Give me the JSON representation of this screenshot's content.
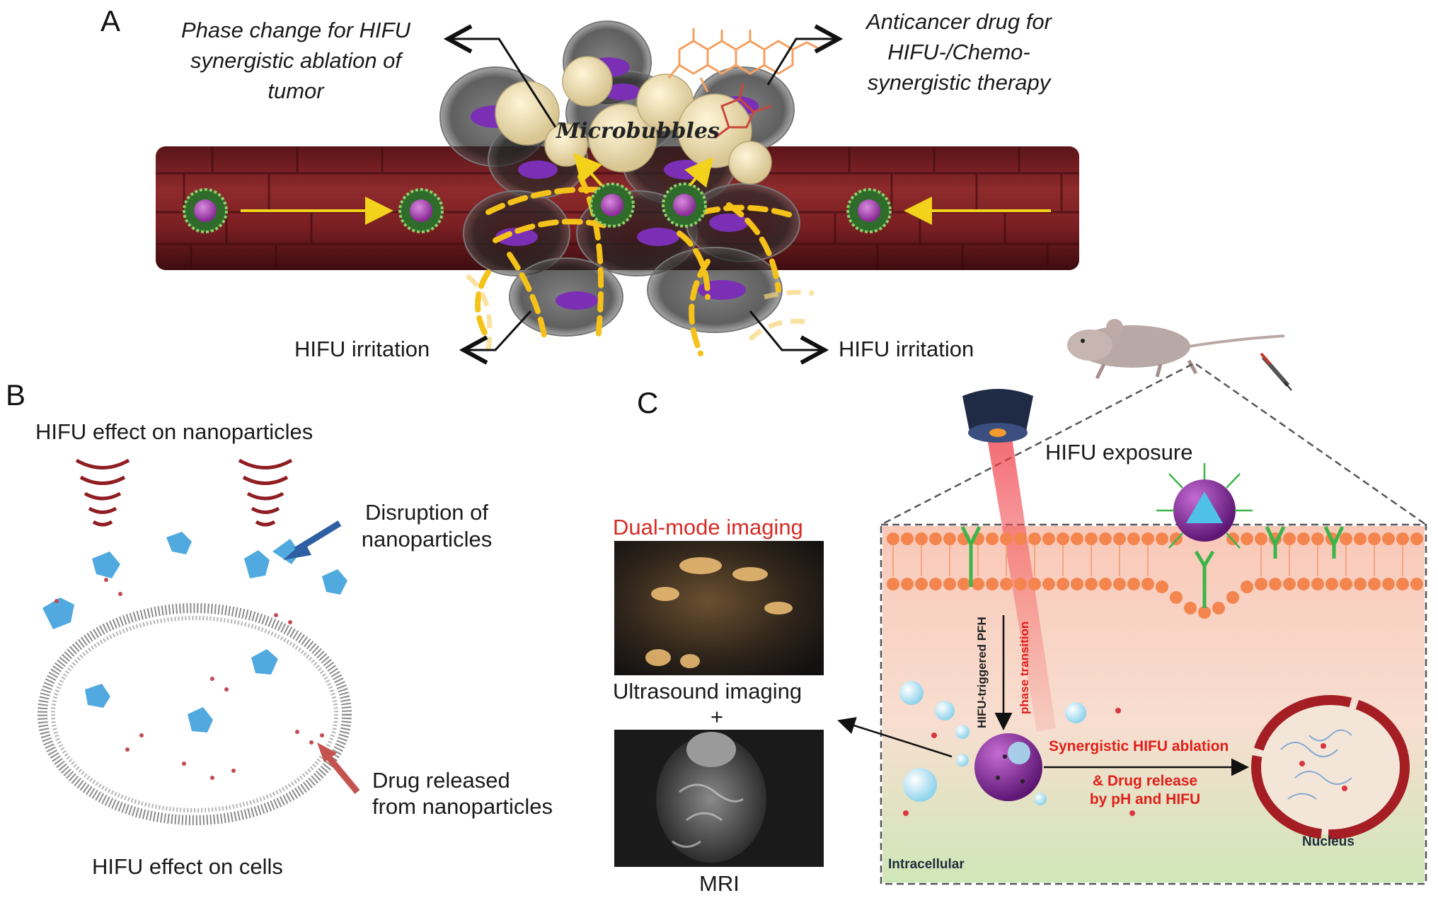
{
  "panels": {
    "a": {
      "letter": "A",
      "phase_change": [
        "Phase change for HIFU",
        "synergistic ablation of",
        "tumor"
      ],
      "anticancer": [
        "Anticancer drug for",
        "HIFU-/Chemo-",
        "synergistic therapy"
      ],
      "microbubbles": "Microbubbles",
      "irritation_left": "HIFU irritation",
      "irritation_right": "HIFU irritation"
    },
    "b": {
      "letter": "B",
      "title": "HIFU effect on nanoparticles",
      "disruption": [
        "Disruption of",
        "nanoparticles"
      ],
      "drug_released": [
        "Drug released",
        "from nanoparticles"
      ],
      "cells": "HIFU effect on cells"
    },
    "c": {
      "letter": "C",
      "dual_mode": "Dual-mode imaging",
      "ultrasound": "Ultrasound imaging",
      "plus": "+",
      "mri": "MRI",
      "hifu_exposure": "HIFU exposure",
      "hifu_triggered": "HIFU-triggered PFH",
      "phase_transition": "phase transition",
      "synergistic": "Synergistic HIFU ablation",
      "drug_release": [
        "& Drug release",
        "by pH and HIFU"
      ],
      "nucleus": "Nucleus",
      "intracellular": "Intracellular"
    }
  },
  "colors": {
    "vessel": "#7a1e22",
    "tumor_cell": "#3a3a3a",
    "nucleus_purple": "#7b2fb5",
    "arrow_yellow": "#f2d21b",
    "hifu_dash": "#f5c21a",
    "dual_mode_red": "#d62b24",
    "label_red": "#e0201b",
    "drug_blue": "#3ea0dc"
  },
  "icons": [
    "hifu-transducer-icon",
    "mouse-icon",
    "syringe-icon",
    "hifu-wave-icon"
  ]
}
